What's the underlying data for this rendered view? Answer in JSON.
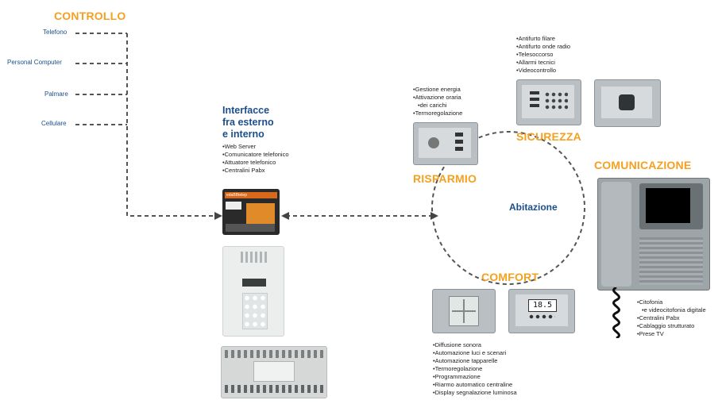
{
  "controllo": {
    "title": "CONTROLLO",
    "items": [
      "Telefono",
      "Personal Computer",
      "Palmare",
      "Cellulare"
    ]
  },
  "interfacce": {
    "title_lines": [
      "Interfacce",
      "fra esterno",
      "e interno"
    ],
    "bullets": [
      "Web Server",
      "Comunicatore telefonico",
      "Attuatore telefonico",
      "Centralini Pabx"
    ],
    "device_label": "edaBBtelep"
  },
  "center": {
    "label": "Abitazione"
  },
  "risparmio": {
    "title": "RISPARMIO",
    "bullets": [
      "Gestione energia",
      "Attivazione oraria",
      "dei carichi",
      "Termoregolazione"
    ]
  },
  "sicurezza": {
    "title": "SICUREZZA",
    "bullets": [
      "Antifurto filare",
      "Antifurto onde radio",
      "Telesoccorso",
      "Allarmi tecnici",
      "Videocontrollo"
    ]
  },
  "comunicazione": {
    "title": "COMUNICAZIONE",
    "bullets": [
      "Citofonia",
      "e videocitofonia digitale",
      "Centralini Pabx",
      "Cablaggio strutturato",
      "Prese TV"
    ]
  },
  "comfort": {
    "title": "COMFORT",
    "bullets": [
      "Diffusione sonora",
      "Automazione luci e scenari",
      "Automazione tapparelle",
      "Termoregolazione",
      "Programmazione",
      "Riarmo automatico centraline",
      "Display segnalazione luminosa"
    ],
    "display_value": "18.5"
  },
  "colors": {
    "accent": "#f5a01f",
    "blue": "#1b4f8c",
    "device_gray": "#b9bfc3"
  }
}
